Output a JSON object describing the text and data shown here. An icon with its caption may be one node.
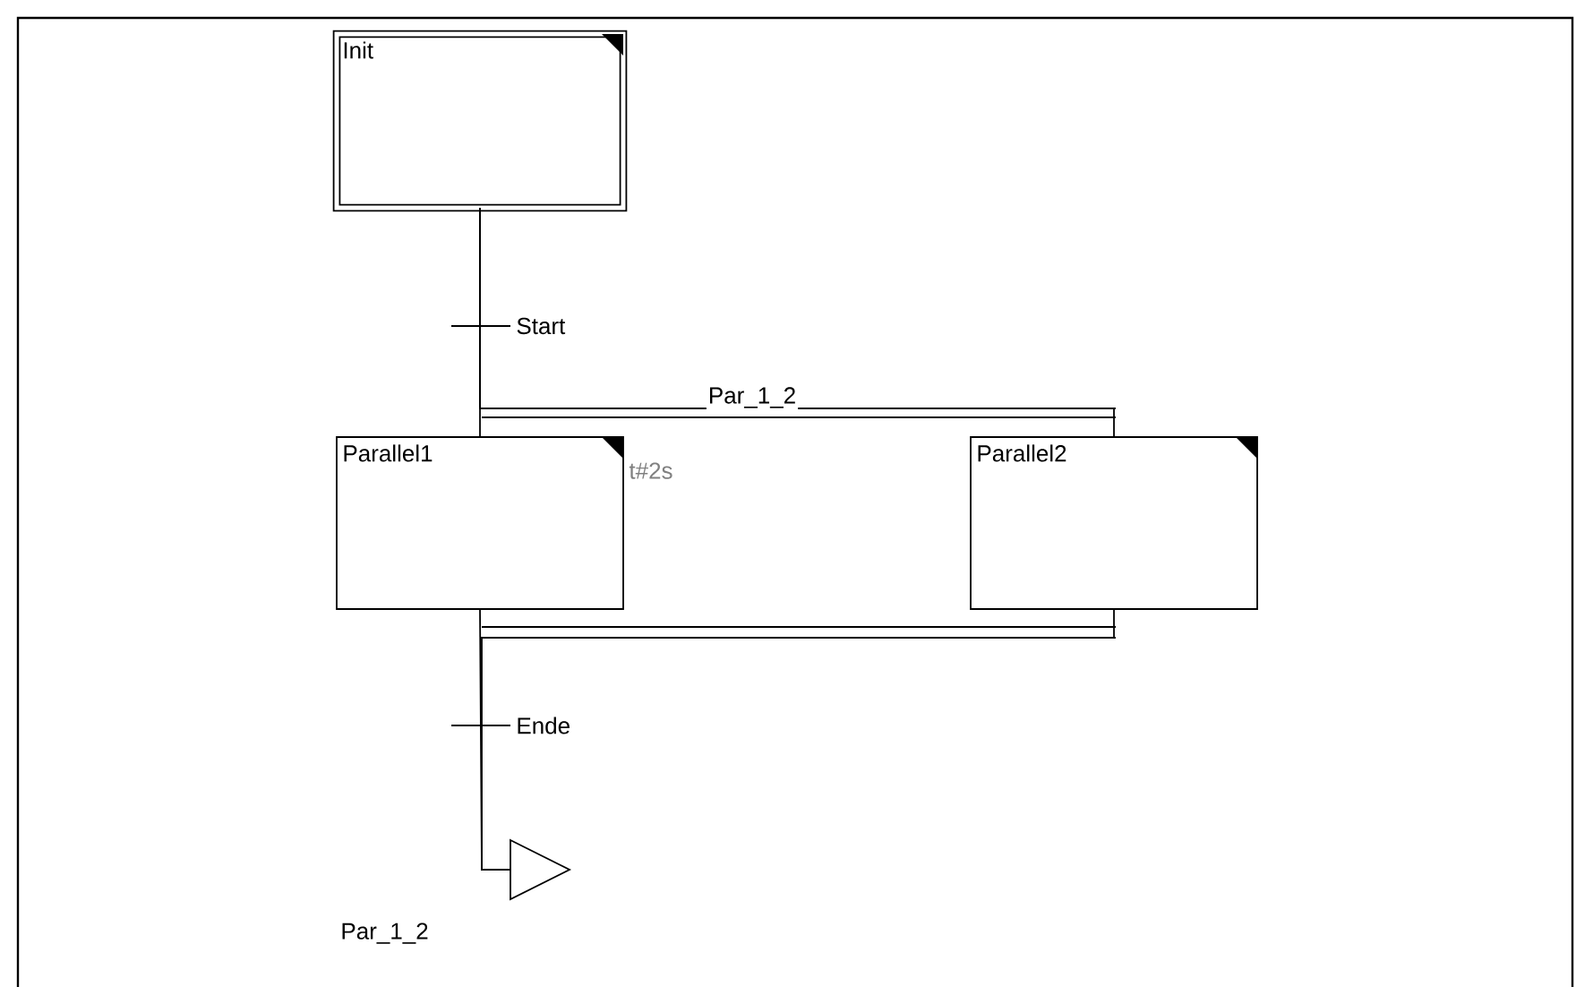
{
  "diagram": {
    "nodes": [
      {
        "text": [
          "Init"
        ]
      },
      {
        "text": [
          "Parallel1"
        ],
        "beside": [
          "t#2s"
        ]
      },
      {
        "text": [
          "Parallel2"
        ]
      },
      {
        "text": [
          "Par_1_2"
        ]
      }
    ],
    "edges": [
      {
        "from": 0,
        "to": 1,
        "arrow": "none",
        "label": "Start"
      },
      {
        "from": 0,
        "to": 2,
        "arrow": "none"
      },
      {
        "from": 1,
        "to": 3,
        "arrow": "none",
        "label": "Ende"
      },
      {
        "from": 2,
        "to": 3,
        "arrow": "none"
      }
    ],
    "labels": [
      "Par_1_2"
    ]
  }
}
